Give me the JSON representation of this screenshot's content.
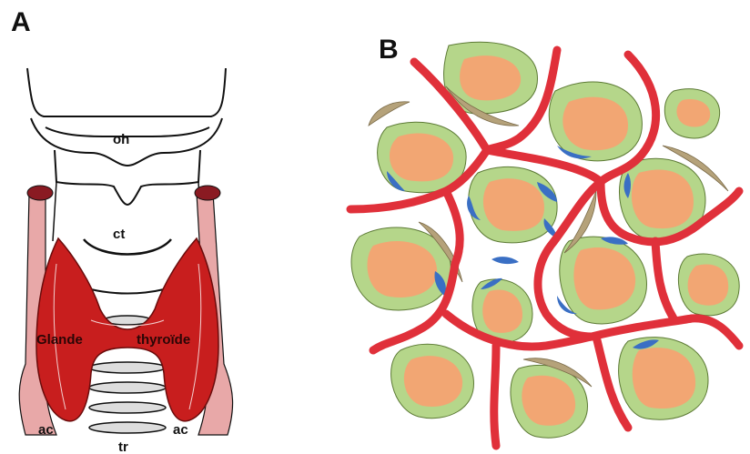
{
  "panel_a": {
    "letter": "A",
    "labels": {
      "oh": "oh",
      "ct": "ct",
      "gland_left": "Glande",
      "gland_right": "thyroïde",
      "ac_left": "ac",
      "ac_right": "ac",
      "tr": "tr"
    }
  },
  "panel_b": {
    "letter": "B"
  },
  "colors": {
    "gland": "#c81e1e",
    "artery": "#e8a8a8",
    "capillary": "#e0303a",
    "follicle_wall": "#b5d68a",
    "colloid": "#f2a673",
    "c_cell": "#3a6fc4",
    "fibroblast": "#b5a27a"
  }
}
